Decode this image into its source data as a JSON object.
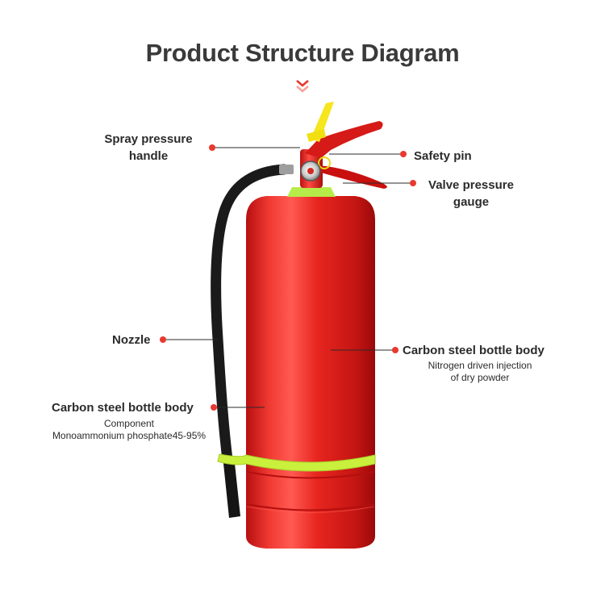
{
  "title": "Product Structure Diagram",
  "labels": {
    "spray_handle": "Spray pressure\nhandle",
    "safety_pin": "Safety pin",
    "valve_gauge": "Valve pressure\ngauge",
    "nozzle": "Nozzle",
    "body_right": "Carbon steel bottle body",
    "body_right_sub": "Nitrogen driven injection\nof dry powder",
    "body_left": "Carbon steel bottle body",
    "body_left_sub": "Component\nMonoammonium phosphate45-95%"
  },
  "colors": {
    "accent": "#e8392f",
    "cylinder": "#e3201c",
    "band": "#c9f03c",
    "hose": "#1a1a1a"
  },
  "icons": [
    "chevron-down-icon",
    "callout-dot-icon"
  ]
}
